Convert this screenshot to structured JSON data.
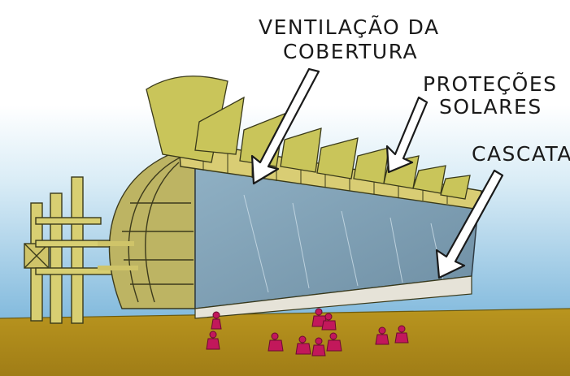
{
  "annotations": {
    "ventilacao_line1": "VENTILAÇÃO DA",
    "ventilacao_line2": "COBERTURA",
    "protecoes_line1": "PROTEÇÕES",
    "protecoes_line2": "SOLARES",
    "cascata": "CASCATA"
  },
  "colors": {
    "sky": "#8fc3e0",
    "ground": "#b08a1e",
    "glass": "#7f9fb3",
    "louver": "#c9c55a",
    "structure": "#d6c66a",
    "people": "#c2185b",
    "ink": "#1a1a1a"
  }
}
